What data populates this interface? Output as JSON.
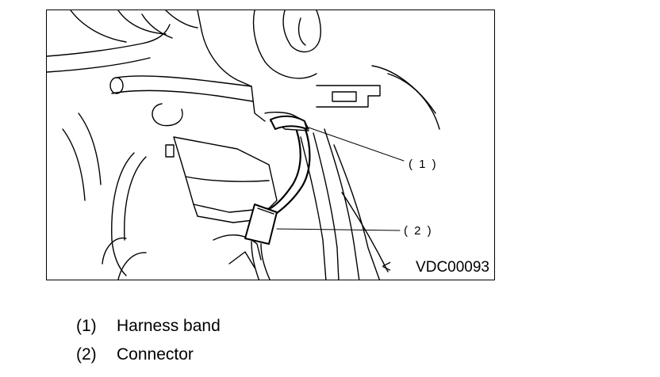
{
  "figure": {
    "id": "VDC00093",
    "mark": "ᐸ"
  },
  "callouts": [
    {
      "number": "(1)",
      "spaced": "( 1 )",
      "label": "Harness band"
    },
    {
      "number": "(2)",
      "spaced": "( 2 )",
      "label": "Connector"
    }
  ]
}
